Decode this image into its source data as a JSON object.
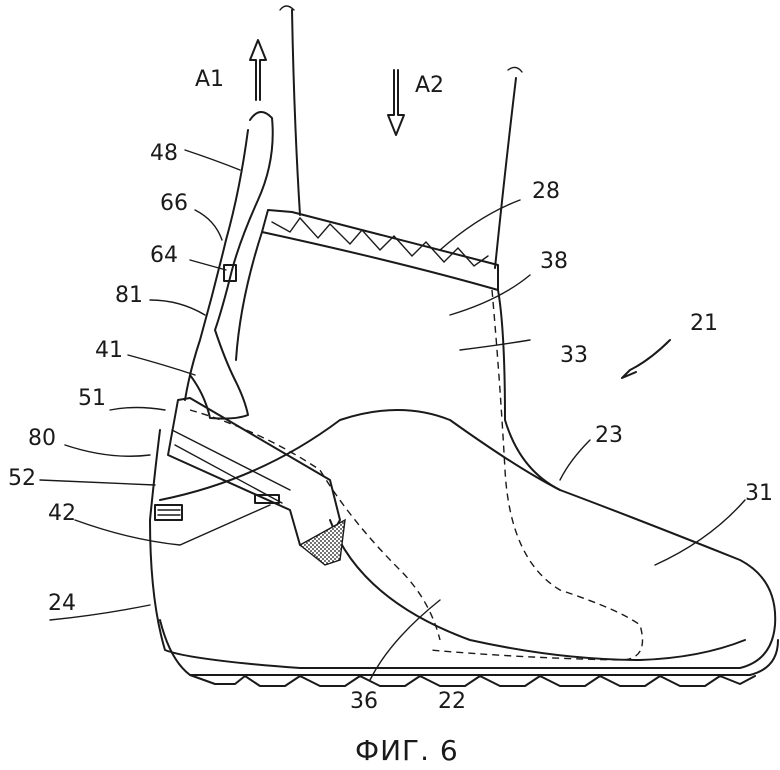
{
  "figure": {
    "caption": "ФИГ. 6",
    "arrows": {
      "up": "A1",
      "down": "A2"
    },
    "labels": {
      "l48": "48",
      "l66": "66",
      "l64": "64",
      "l81": "81",
      "l41": "41",
      "l51": "51",
      "l80": "80",
      "l52": "52",
      "l42": "42",
      "l24": "24",
      "l28": "28",
      "l38": "38",
      "l33": "33",
      "l21": "21",
      "l23": "23",
      "l31": "31",
      "l36": "36",
      "l22": "22"
    }
  }
}
